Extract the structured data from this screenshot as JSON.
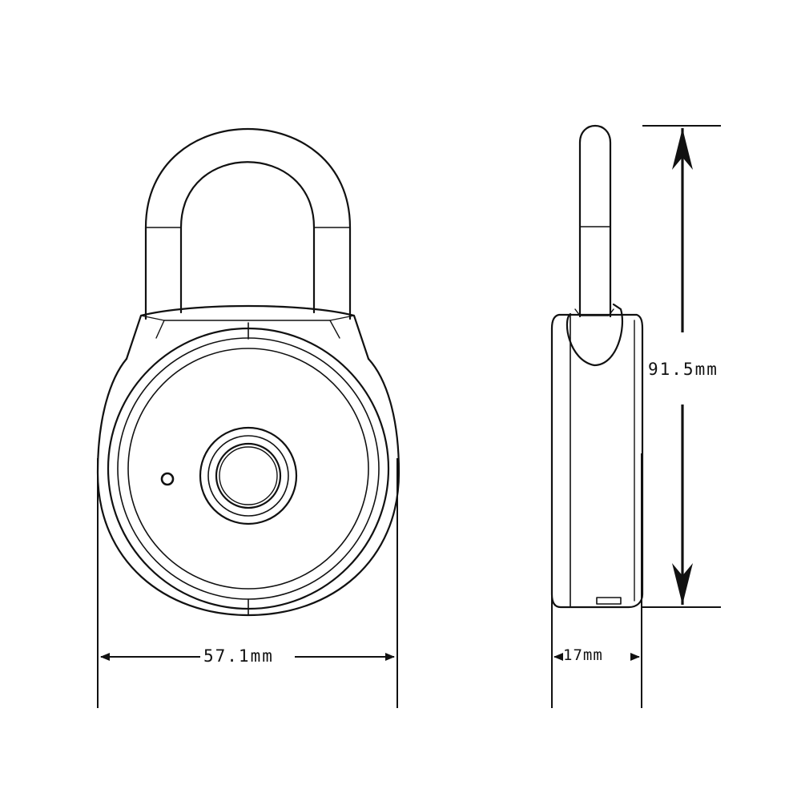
{
  "dimensions": {
    "width": "57.1mm",
    "depth": "17mm",
    "height": "91.5mm"
  },
  "colors": {
    "line": "#111111",
    "background": "#ffffff"
  }
}
